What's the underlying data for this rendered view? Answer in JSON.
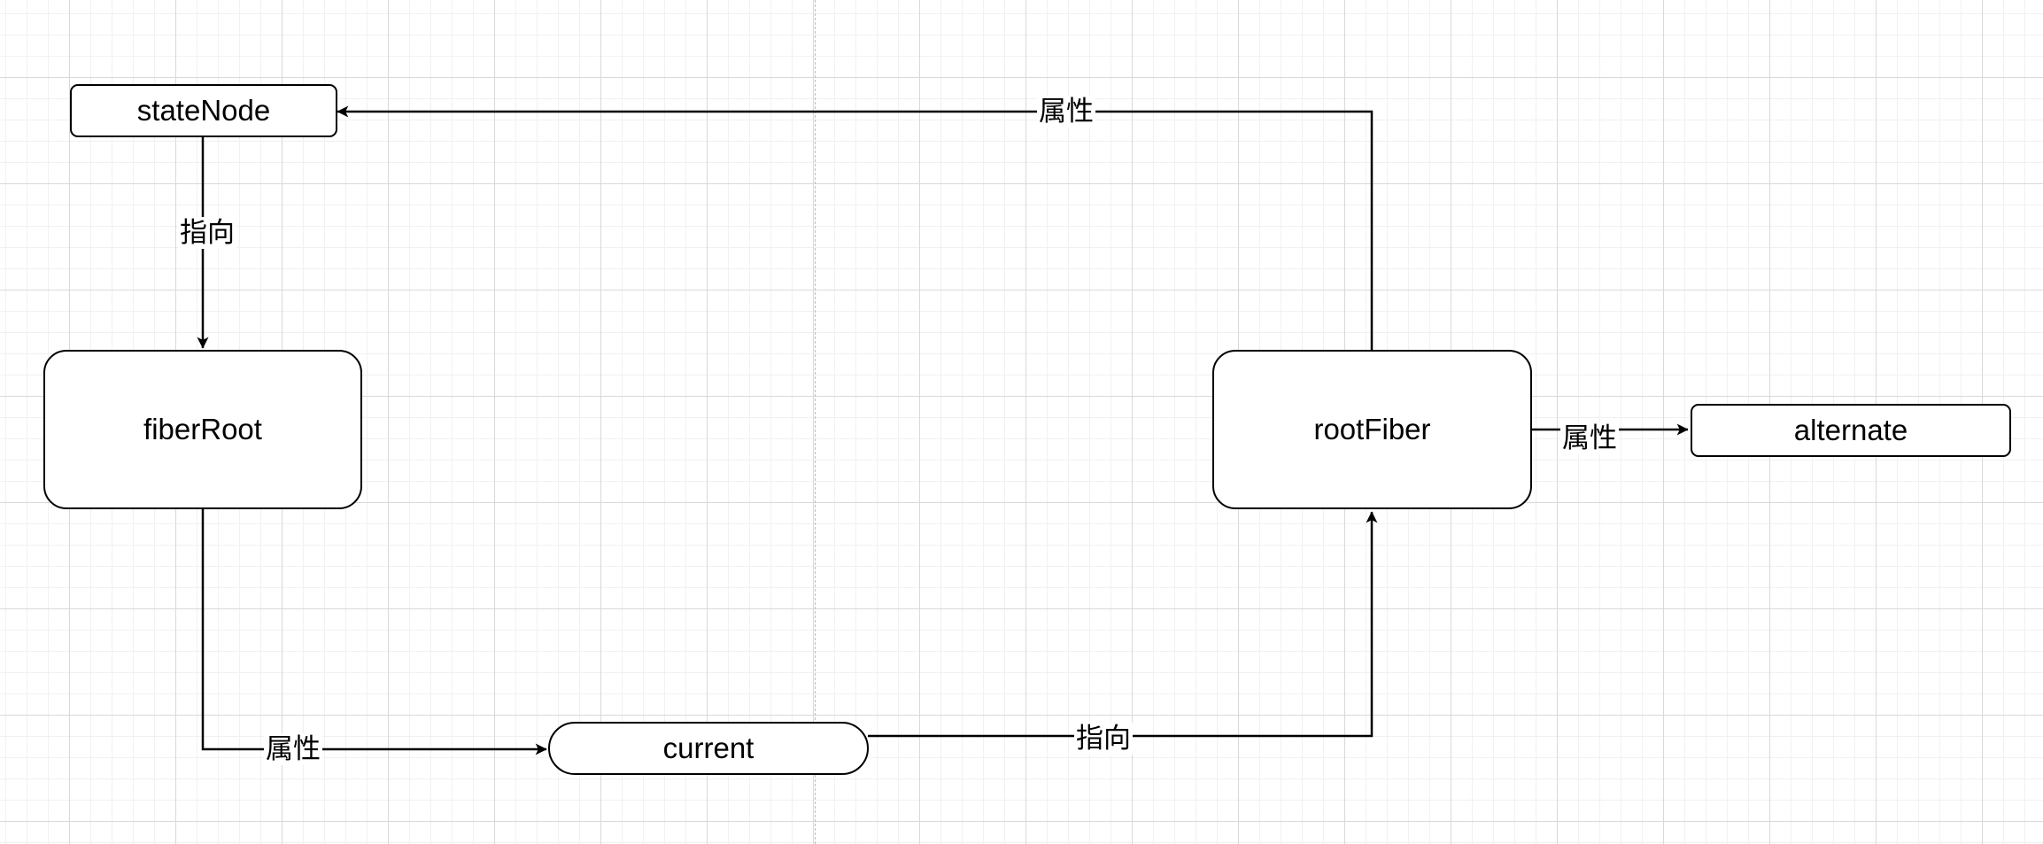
{
  "nodes": {
    "stateNode": "stateNode",
    "fiberRoot": "fiberRoot",
    "rootFiber": "rootFiber",
    "alternate": "alternate",
    "current": "current"
  },
  "edges": {
    "stateNode_to_fiberRoot": "指向",
    "fiberRoot_to_current": "属性",
    "current_to_rootFiber": "指向",
    "rootFiber_to_stateNode": "属性",
    "rootFiber_to_alternate": "属性"
  }
}
